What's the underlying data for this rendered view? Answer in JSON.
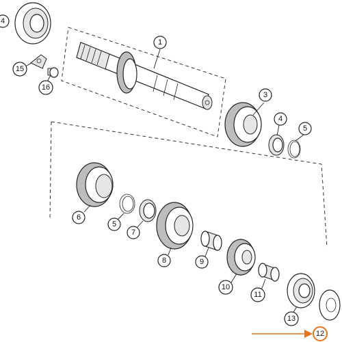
{
  "diagram": {
    "highlight_color": "#e8731e",
    "callouts": [
      {
        "id": "c1",
        "label": "1"
      },
      {
        "id": "c3",
        "label": "3"
      },
      {
        "id": "c4",
        "label": "4"
      },
      {
        "id": "c5",
        "label": "5"
      },
      {
        "id": "c4tl",
        "label": "4"
      },
      {
        "id": "c15",
        "label": "15"
      },
      {
        "id": "c16",
        "label": "16"
      },
      {
        "id": "c6",
        "label": "6"
      },
      {
        "id": "c5b",
        "label": "5"
      },
      {
        "id": "c7",
        "label": "7"
      },
      {
        "id": "c8",
        "label": "8"
      },
      {
        "id": "c9",
        "label": "9"
      },
      {
        "id": "c10",
        "label": "10"
      },
      {
        "id": "c11",
        "label": "11"
      },
      {
        "id": "c13",
        "label": "13"
      },
      {
        "id": "c12",
        "label": "12"
      }
    ]
  }
}
